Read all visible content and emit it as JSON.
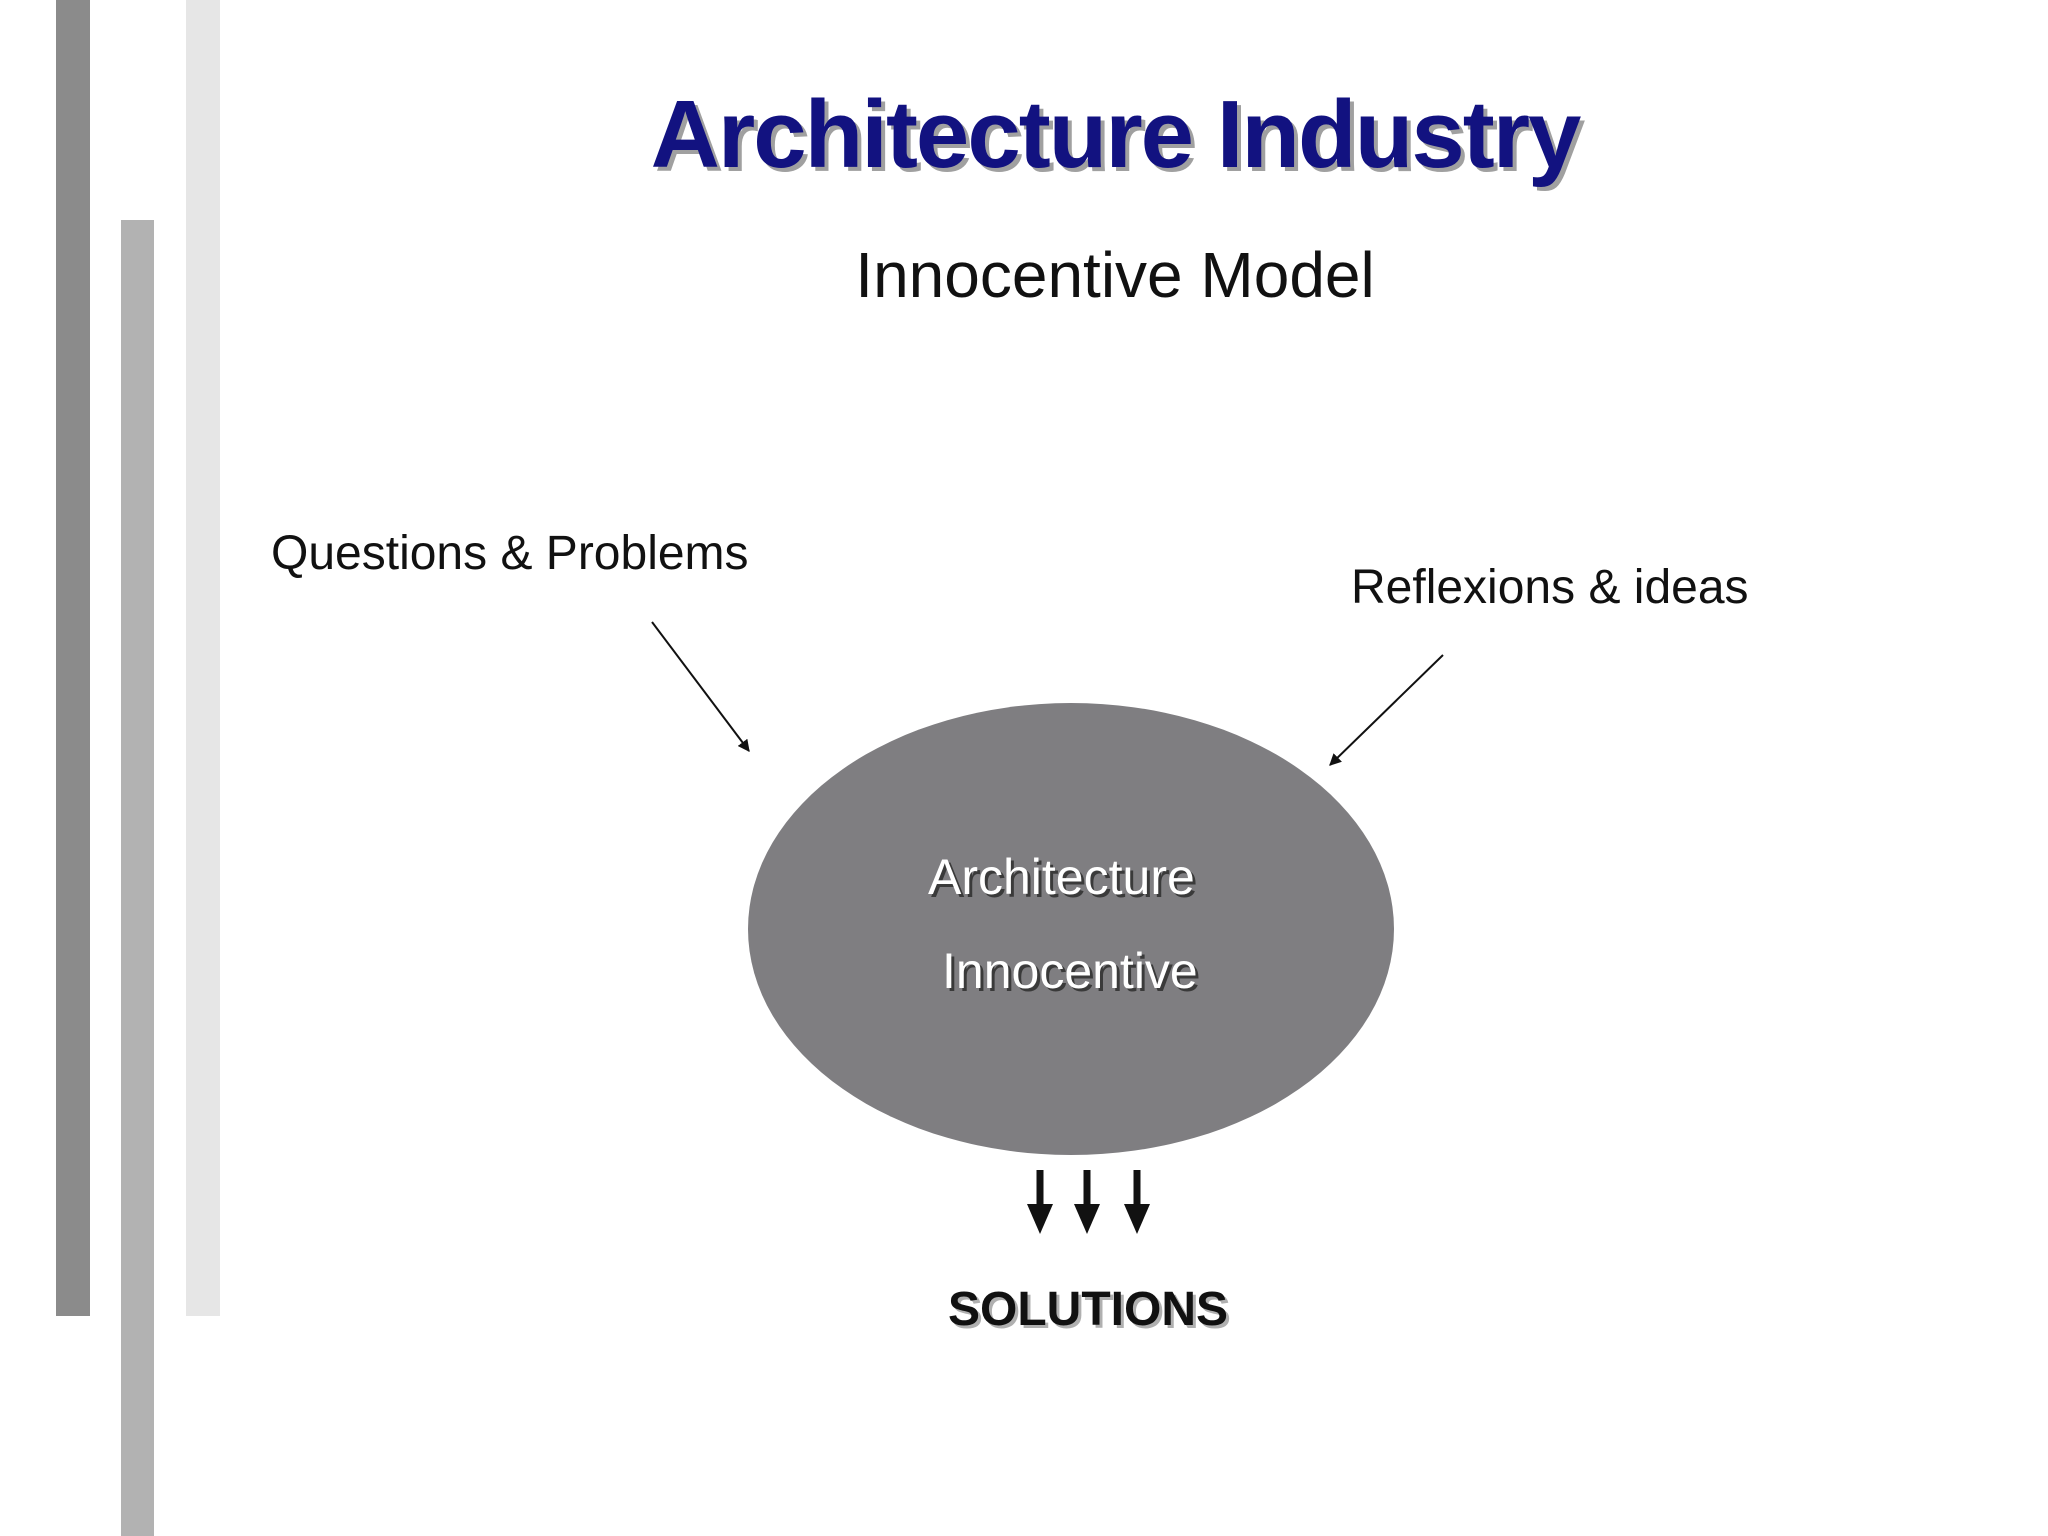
{
  "slide": {
    "title": "Architecture Industry",
    "subtitle": "Innocentive Model"
  },
  "diagram": {
    "input_left": "Questions & Problems",
    "input_right": "Reflexions & ideas",
    "hub": {
      "line1": "Architecture",
      "line2": "Innocentive"
    },
    "output": "SOLUTIONS"
  },
  "colors": {
    "title": "#121280",
    "hub_fill": "#7f7e81",
    "text": "#111111"
  }
}
